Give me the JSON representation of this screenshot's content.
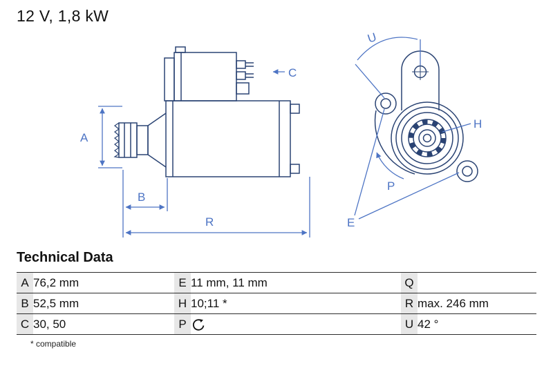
{
  "title": "12 V, 1,8 kW",
  "diagram": {
    "description": "starter-motor technical drawing, side view and front view",
    "labels": {
      "A": "A",
      "B": "B",
      "C": "C",
      "R": "R",
      "U": "U",
      "H": "H",
      "P": "P",
      "E": "E"
    }
  },
  "technical_data": {
    "heading": "Technical Data",
    "rows": [
      {
        "cells": [
          {
            "key": "A",
            "value": "76,2 mm"
          },
          {
            "key": "E",
            "value": "11 mm, 11 mm"
          },
          {
            "key": "Q",
            "value": ""
          }
        ]
      },
      {
        "cells": [
          {
            "key": "B",
            "value": "52,5 mm"
          },
          {
            "key": "H",
            "value": "10;11 *"
          },
          {
            "key": "R",
            "value": "max. 246 mm"
          }
        ]
      },
      {
        "cells": [
          {
            "key": "C",
            "value": "30, 50"
          },
          {
            "key": "P",
            "value": "",
            "icon": "rotation-ccw"
          },
          {
            "key": "U",
            "value": "42 °"
          }
        ]
      }
    ],
    "footnote": "* compatible"
  },
  "colors": {
    "outline": "#2a4373",
    "dimension": "#4d74c4",
    "table_line": "#2b2b2b",
    "key_cell_bg": "#e7e7e7"
  }
}
